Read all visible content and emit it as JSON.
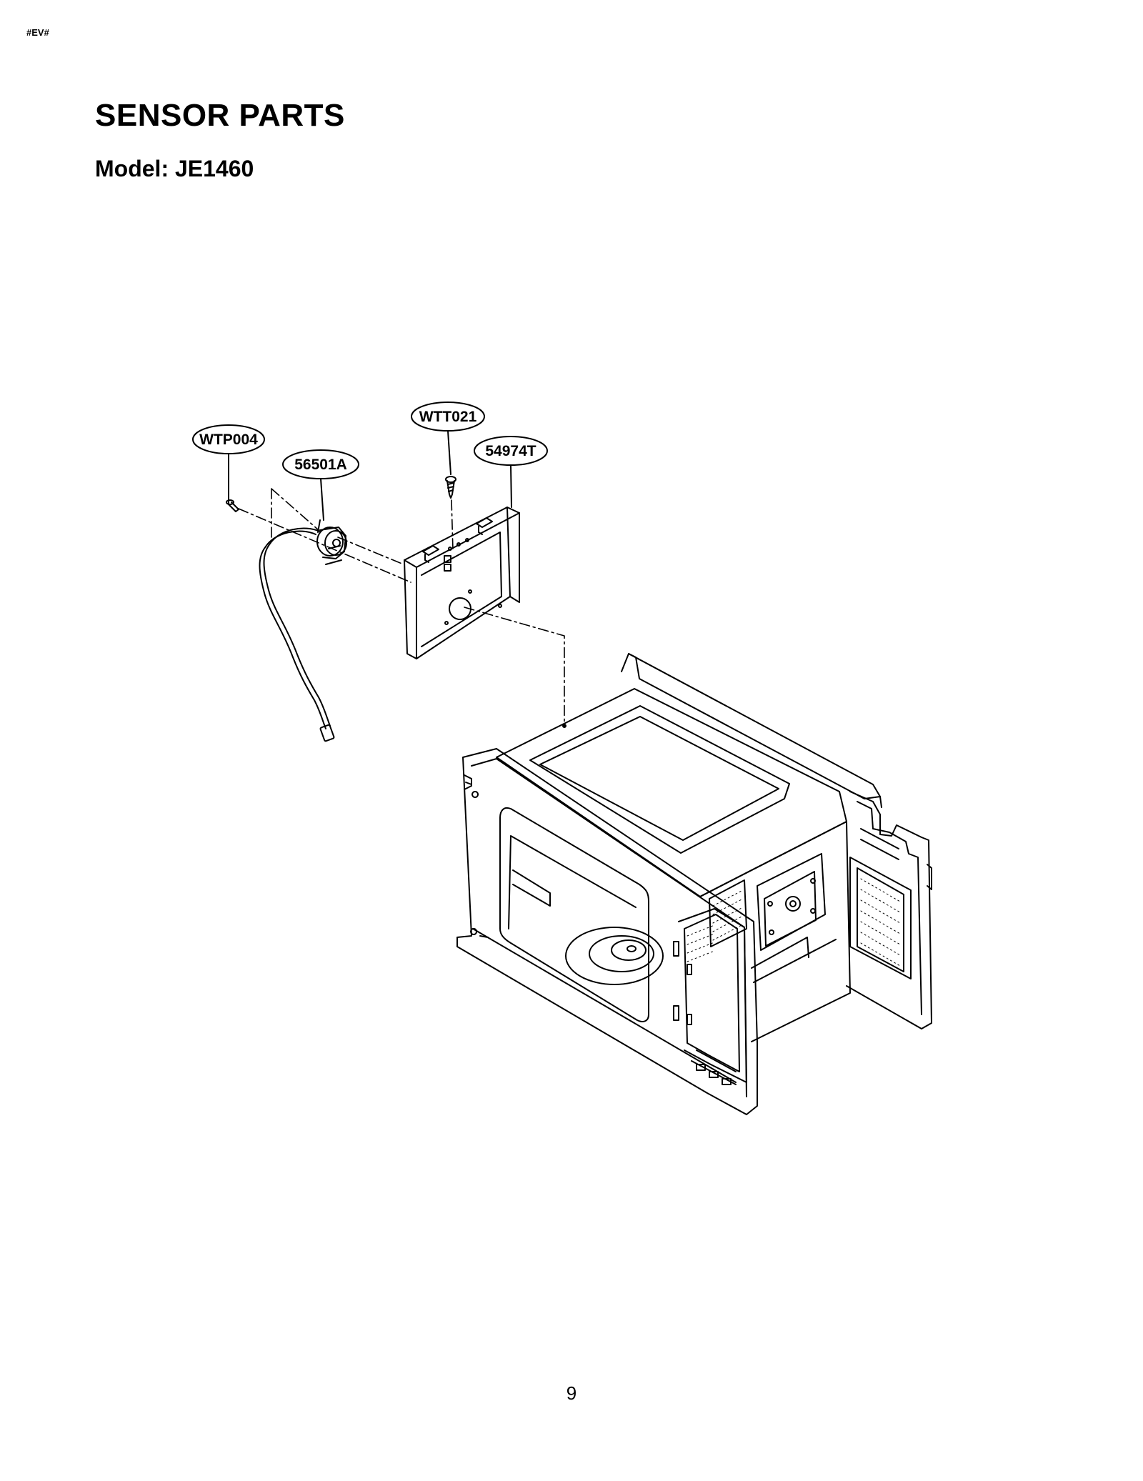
{
  "header": {
    "code": "#EV#"
  },
  "title": "SENSOR PARTS",
  "subtitle": "Model: JE1460",
  "callouts": [
    {
      "label": "WTP004"
    },
    {
      "label": "56501A"
    },
    {
      "label": "WTT021"
    },
    {
      "label": "54974T"
    }
  ],
  "page_number": "9"
}
